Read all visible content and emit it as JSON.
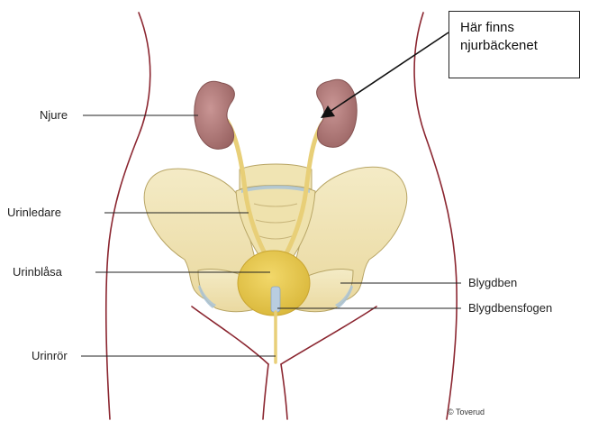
{
  "labels": {
    "kidney": "Njure",
    "ureter": "Urinledare",
    "bladder": "Urinblåsa",
    "urethra": "Urinrör",
    "pubic_bone": "Blygdben",
    "pubic_symphysis": "Blygdbensfogen"
  },
  "callout": {
    "line1": "Här finns",
    "line2": "njurbäckenet"
  },
  "copyright": "© Toverud",
  "colors": {
    "bone": "#f1e6b6",
    "bone_shadow": "#d9c98c",
    "kidney": "#b07a78",
    "ureter": "#e8cf78",
    "bladder": "#e9c84c",
    "body_outline": "#8b2630",
    "cartilage": "#aac4d8"
  }
}
